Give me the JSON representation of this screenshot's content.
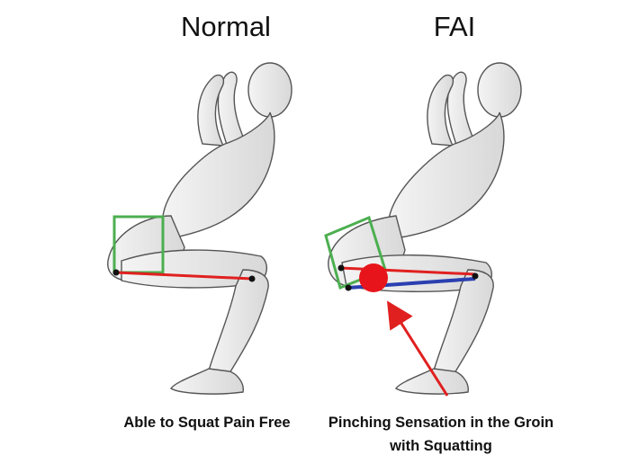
{
  "panels": [
    {
      "title": "Normal",
      "caption": "Able to Squat Pain Free"
    },
    {
      "title": "FAI",
      "caption": "Pinching Sensation in the Groin with Squatting"
    }
  ],
  "colors": {
    "box": "#4caf50",
    "red_line": "#e0201f",
    "blue_line": "#2a3fb0",
    "impingement_dot": "#e8141b",
    "arrow": "#e0201f"
  }
}
